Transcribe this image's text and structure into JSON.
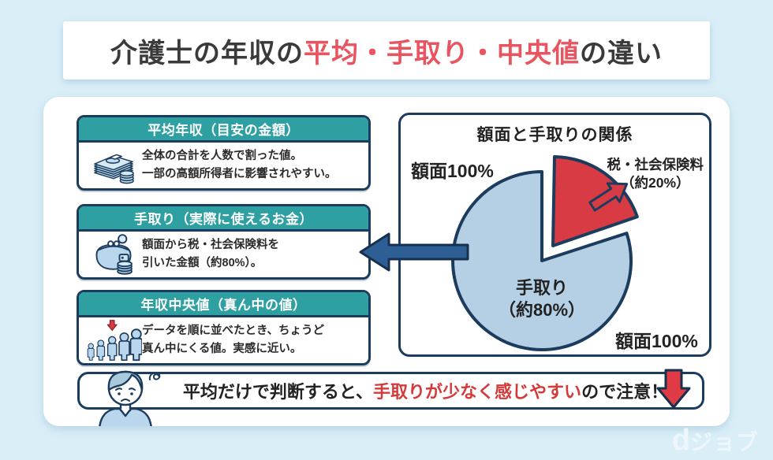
{
  "title": {
    "prefix": "介護士の年収の",
    "highlight": "平均・手取り・中央値",
    "suffix": "の違い"
  },
  "info_boxes": [
    {
      "header": "平均年収（目安の金額）",
      "icon": "money-stack-icon",
      "body_lines": [
        "全体の合計を人数で割った値。",
        "一部の高額所得者に影響されやすい。"
      ]
    },
    {
      "header": "手取り（実際に使えるお金）",
      "icon": "purse-icon",
      "body_lines": [
        "額面から税・社会保険料を",
        "引いた金額（約80%）。"
      ]
    },
    {
      "header": "年収中央値（真ん中の値）",
      "icon": "people-row-icon",
      "body_lines": [
        "データを順に並べたとき、ちょうど",
        "真ん中にくる値。実感に近い。"
      ]
    }
  ],
  "pie_panel": {
    "title": "額面と手取りの関係",
    "label_gross_top": "額面100%",
    "tax_label_lines": [
      "税・社会保険料",
      "（約20%）"
    ],
    "center_lines": [
      "手取り",
      "（約80%）"
    ],
    "label_gross_bottom": "額面100%"
  },
  "chart_data": {
    "type": "pie",
    "title": "額面と手取りの関係",
    "slices": [
      {
        "label": "手取り（約80%）",
        "value": 80,
        "color": "#b5cfe5"
      },
      {
        "label": "税・社会保険料（約20%）",
        "value": 20,
        "color": "#d83b44",
        "exploded": true
      }
    ],
    "annotations": [
      "額面100%",
      "額面100%"
    ],
    "legend_position": "none"
  },
  "note": {
    "prefix": "平均だけで判断すると、",
    "highlight": "手取りが少なく感じやすい",
    "suffix": "ので注意！"
  },
  "logo": {
    "d": "d",
    "rest": "ジョブ"
  },
  "colors": {
    "background": "#d9eef7",
    "teal_header": "#2fa0a2",
    "navy_outline": "#1c3c5e",
    "title_red": "#e85560",
    "note_red": "#d43a3a",
    "pie_blue": "#b5cfe5",
    "pie_red": "#d83b44",
    "arrow_blue": "#2d5f94"
  }
}
